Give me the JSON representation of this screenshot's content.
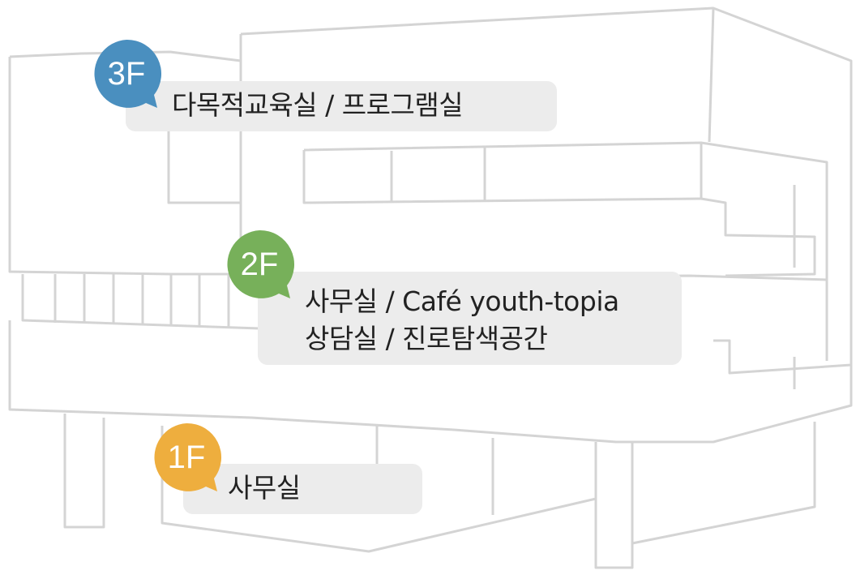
{
  "floors": [
    {
      "badge": "3F",
      "color": "#4a8fbf",
      "lines": [
        "다목적교육실 / 프로그램실"
      ]
    },
    {
      "badge": "2F",
      "color": "#77b05a",
      "lines": [
        "사무실 / Café youth-topia",
        "상담실 / 진로탐색공간"
      ]
    },
    {
      "badge": "1F",
      "color": "#eeae3e",
      "lines": [
        "사무실"
      ]
    }
  ]
}
